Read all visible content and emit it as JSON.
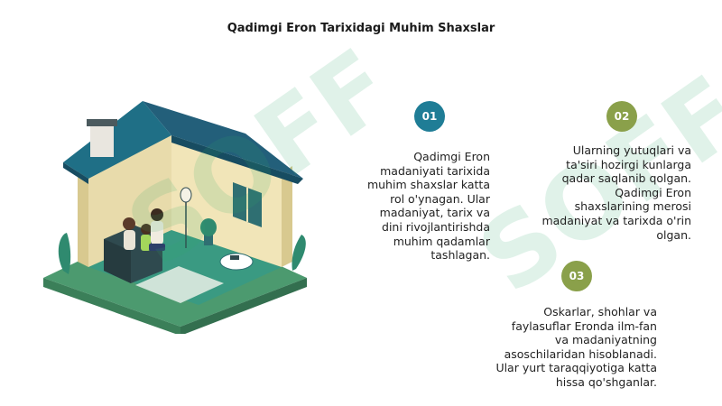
{
  "page": {
    "title": "Qadimgi Eron Tarixidagi Muhim Shaxslar"
  },
  "items": [
    {
      "number": "01",
      "color": "#1f7d96",
      "text": "Qadimgi Eron madaniyati tarixida muhim shaxslar katta rol o'ynagan. Ular madaniyat, tarix va dini rivojlantirishda muhim qadamlar tashlagan."
    },
    {
      "number": "02",
      "color": "#8aa04a",
      "text": "Ularning yutuqlari va ta'siri hozirgi kunlarga qadar saqlanib qolgan. Qadimgi Eron shaxslarining merosi madaniyat va tarixda o'rin olgan."
    },
    {
      "number": "03",
      "color": "#8aa04a",
      "text": "Oskarlar, shohlar va faylasuflar Eronda ilm-fan va madaniyatning asoschilaridan hisoblanadi. Ular yurt taraqqiyotiga katta hissa qo'shganlar."
    }
  ],
  "illustration": {
    "icon": "family-house-illustration",
    "colors": {
      "roof": "#1f6f86",
      "wall": "#f1e5b8",
      "floor": "#3a9a82",
      "ground": "#4c9a6f",
      "sofa": "#2f4a4f"
    }
  },
  "watermark": {
    "icon": "watermark-logo"
  }
}
